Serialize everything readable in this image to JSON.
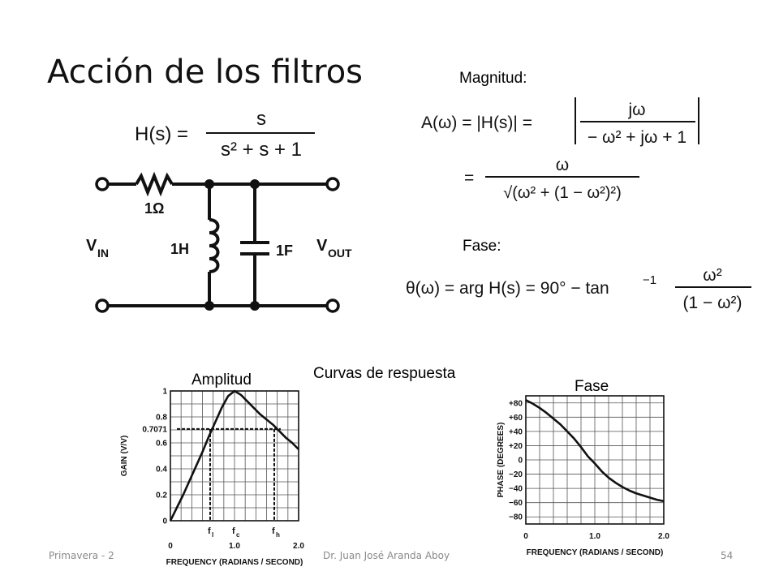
{
  "title": "Acción de los filtros",
  "labels": {
    "magnitude": "Magnitud:",
    "phase": "Fase:",
    "response_curves": "Curvas de respuesta",
    "amplitude": "Amplitud",
    "phase_plot": "Fase"
  },
  "equations": {
    "transfer_lhs": "H(s) =",
    "transfer_num": "s",
    "transfer_den": "s² + s + 1",
    "mag_lhs": "A(ω) = |H(s)| =",
    "mag_num": "jω",
    "mag_den": "− ω² + jω + 1",
    "mag2_eq": "=",
    "mag2_num": "ω",
    "mag2_den": "√(ω² + (1 − ω²)²)",
    "phase_lhs": "θ(ω) = arg H(s) = 90° − tan",
    "phase_sup": "−1",
    "phase_num": "ω²",
    "phase_den": "(1 − ω²)"
  },
  "circuit": {
    "resistor": "1Ω",
    "inductor": "1H",
    "capacitor": "1F",
    "vin": "V",
    "vin_sub": "IN",
    "vout": "V",
    "vout_sub": "OUT"
  },
  "footer": {
    "left": "Primavera - 2",
    "center": "Dr. Juan José Aranda Aboy",
    "page": "54"
  },
  "colors": {
    "ink": "#111111",
    "footer": "#8a8a8a"
  },
  "chart_data": [
    {
      "type": "line",
      "title": "Amplitud",
      "xlabel": "FREQUENCY (RADIANS / SECOND)",
      "ylabel": "GAIN (V/V)",
      "xlim": [
        0,
        2.0
      ],
      "ylim": [
        0,
        1
      ],
      "x_ticks": [
        "0",
        "1.0",
        "2.0"
      ],
      "y_ticks": [
        "0",
        "0.2",
        "0.4",
        "0.6",
        "0.7071",
        "0.8",
        "1"
      ],
      "grid": true,
      "annotations": [
        {
          "text": "f",
          "sub": "l",
          "x": 0.62
        },
        {
          "text": "f",
          "sub": "c",
          "x": 1.0
        },
        {
          "text": "f",
          "sub": "h",
          "x": 1.62
        }
      ],
      "reference_level": 0.7071,
      "series": [
        {
          "x": [
            0,
            0.1,
            0.2,
            0.3,
            0.4,
            0.5,
            0.6,
            0.7,
            0.8,
            0.9,
            1.0,
            1.1,
            1.2,
            1.3,
            1.4,
            1.5,
            1.6,
            1.7,
            1.8,
            1.9,
            2.0
          ],
          "y": [
            0,
            0.1,
            0.2,
            0.31,
            0.42,
            0.53,
            0.65,
            0.76,
            0.87,
            0.96,
            1.0,
            0.97,
            0.92,
            0.87,
            0.82,
            0.78,
            0.74,
            0.69,
            0.64,
            0.6,
            0.55
          ]
        }
      ]
    },
    {
      "type": "line",
      "title": "Fase",
      "xlabel": "FREQUENCY (RADIANS / SECOND)",
      "ylabel": "PHASE (DEGREES)",
      "xlim": [
        0,
        2.0
      ],
      "ylim": [
        -90,
        90
      ],
      "x_ticks": [
        "0",
        "1.0",
        "2.0"
      ],
      "y_ticks": [
        "+80",
        "+60",
        "+40",
        "+20",
        "0",
        "−20",
        "−40",
        "−60",
        "−80"
      ],
      "grid": true,
      "series": [
        {
          "x": [
            0,
            0.1,
            0.2,
            0.3,
            0.4,
            0.5,
            0.6,
            0.7,
            0.8,
            0.9,
            1.0,
            1.1,
            1.2,
            1.3,
            1.4,
            1.5,
            1.6,
            1.7,
            1.8,
            1.9,
            2.0
          ],
          "y": [
            84,
            79,
            73,
            66,
            58,
            50,
            40,
            30,
            18,
            5,
            -5,
            -16,
            -25,
            -32,
            -38,
            -43,
            -47,
            -50,
            -53,
            -56,
            -58
          ]
        }
      ]
    }
  ]
}
